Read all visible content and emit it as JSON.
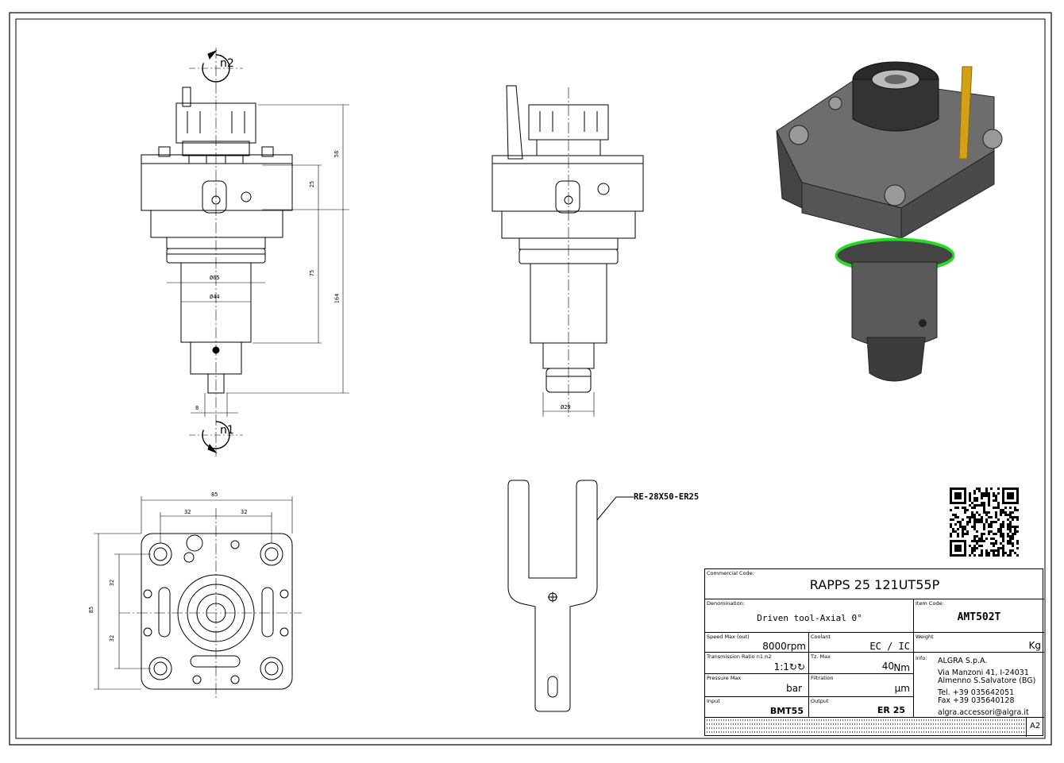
{
  "views": {
    "n2_label": "n2",
    "n1_label": "n1",
    "dimensions": {
      "d58": "58",
      "d25": "25",
      "d75": "75",
      "d164": "164",
      "d8": "8",
      "d65": "Ø65",
      "d44": "Ø44",
      "d29": "Ø29",
      "d85": "85",
      "d32a": "32",
      "d32b": "32",
      "d85v": "85",
      "d32c": "32",
      "d32d": "32"
    },
    "wrench_callout": "RE-28X50-ER25"
  },
  "title_block": {
    "commercial_code_label": "Commercial Code:",
    "commercial_code": "RAPPS 25 121UT55P",
    "denomination_label": "Denomination:",
    "denomination": "Driven tool-Axial 0°",
    "item_code_label": "Item Code:",
    "item_code": "AMT502T",
    "speed_label": "Speed Max (out)",
    "speed": "8000rpm",
    "coolant_label": "Coolant",
    "coolant": "EC / IC",
    "weight_label": "Weight",
    "weight_unit": "Kg",
    "ratio_label": "Transmission Ratio n1:n2",
    "ratio": "1:1↻↻",
    "torque_label": "Tz. Max",
    "torque_value": "40",
    "torque_unit": "Nm",
    "info_label": "Info:",
    "pressure_label": "Pressure Max",
    "pressure_unit": "bar",
    "filtration_label": "Filtration",
    "filtration_unit": "µm",
    "input_label": "Input",
    "input": "BMT55",
    "output_label": "Output",
    "output": "ER 25",
    "company": "ALGRA S.p.A.",
    "address1": "Via Manzoni 41, I-24031",
    "address2": "Almenno S.Salvatore (BG)",
    "tel": "Tel. +39 035642051",
    "fax": "Fax +39 035640128",
    "email": "algra.accessori@algra.it",
    "sheet_size": "A2"
  }
}
